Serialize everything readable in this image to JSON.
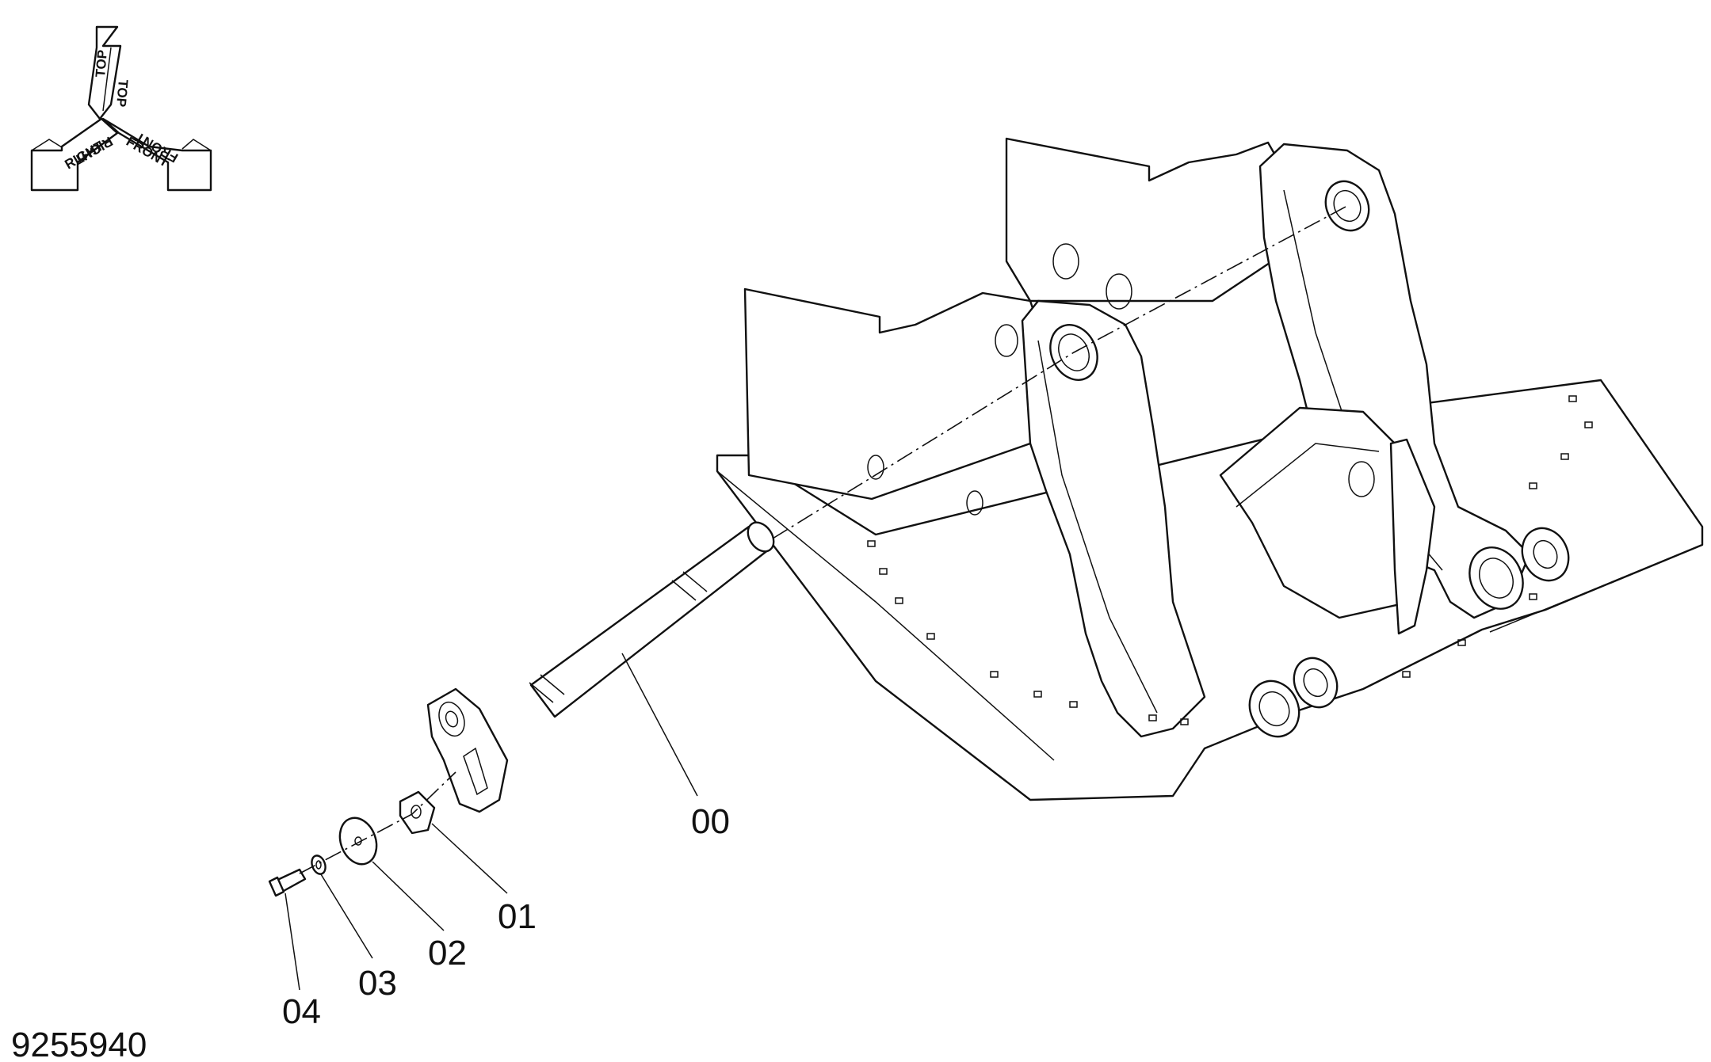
{
  "diagram": {
    "orientation": {
      "top": "TOP",
      "right": "RIGHT",
      "front": "FRONT"
    },
    "callouts": [
      {
        "id": "pin",
        "label": "00"
      },
      {
        "id": "plate",
        "label": "01"
      },
      {
        "id": "washer",
        "label": "02"
      },
      {
        "id": "lock-washer",
        "label": "03"
      },
      {
        "id": "bolt",
        "label": "04"
      }
    ],
    "drawing_number": "9255940"
  }
}
